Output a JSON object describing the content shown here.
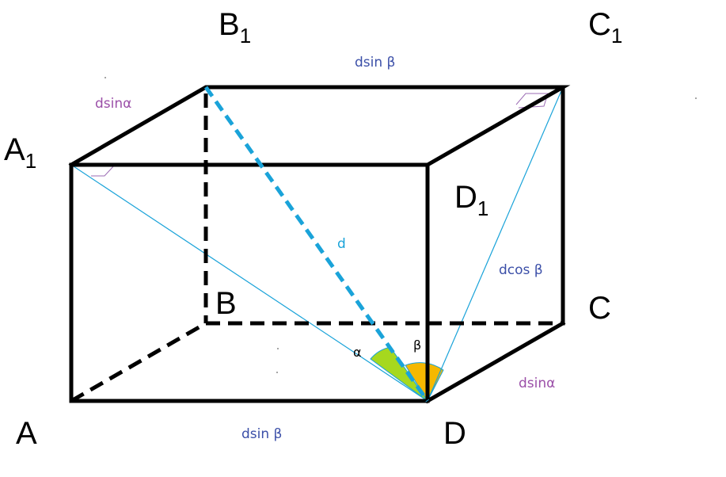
{
  "vertices": {
    "A": {
      "letter": "A",
      "sub": ""
    },
    "B": {
      "letter": "B",
      "sub": ""
    },
    "C": {
      "letter": "C",
      "sub": ""
    },
    "D": {
      "letter": "D",
      "sub": ""
    },
    "A1": {
      "letter": "A",
      "sub": "1"
    },
    "B1": {
      "letter": "B",
      "sub": "1"
    },
    "C1": {
      "letter": "C",
      "sub": "1"
    },
    "D1": {
      "letter": "D",
      "sub": "1"
    }
  },
  "labels": {
    "top_edge": "dsin β",
    "bottom_edge": "dsin β",
    "left_top_edge": "dsinα",
    "right_bottom_edge": "dsinα",
    "diagonal": "d",
    "face_diagonal": "dcos β",
    "angle_alpha": "α",
    "angle_beta": "β"
  },
  "colors": {
    "edges": "#000000",
    "diagonal": "#1aa3d9",
    "label_blue": "#3b4fa8",
    "label_purple": "#9b4fa8",
    "label_cyan": "#1aa3d9",
    "angle_alpha_fill": "#a6d81e",
    "angle_beta_fill": "#f5b800"
  }
}
